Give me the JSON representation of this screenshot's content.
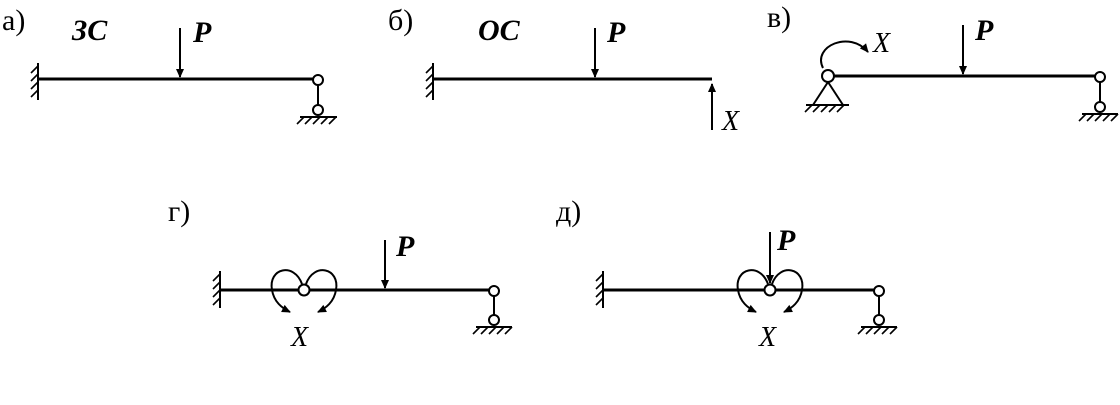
{
  "panels": [
    {
      "id": "a",
      "label": "а)",
      "title": "ЗС",
      "load": "P",
      "unknown": ""
    },
    {
      "id": "b",
      "label": "б)",
      "title": "ОС",
      "load": "P",
      "unknown": "X"
    },
    {
      "id": "v",
      "label": "в)",
      "title": "",
      "load": "P",
      "unknown": "X"
    },
    {
      "id": "g",
      "label": "г)",
      "title": "",
      "load": "P",
      "unknown": "X"
    },
    {
      "id": "d",
      "label": "д)",
      "title": "",
      "load": "P",
      "unknown": "X"
    }
  ]
}
